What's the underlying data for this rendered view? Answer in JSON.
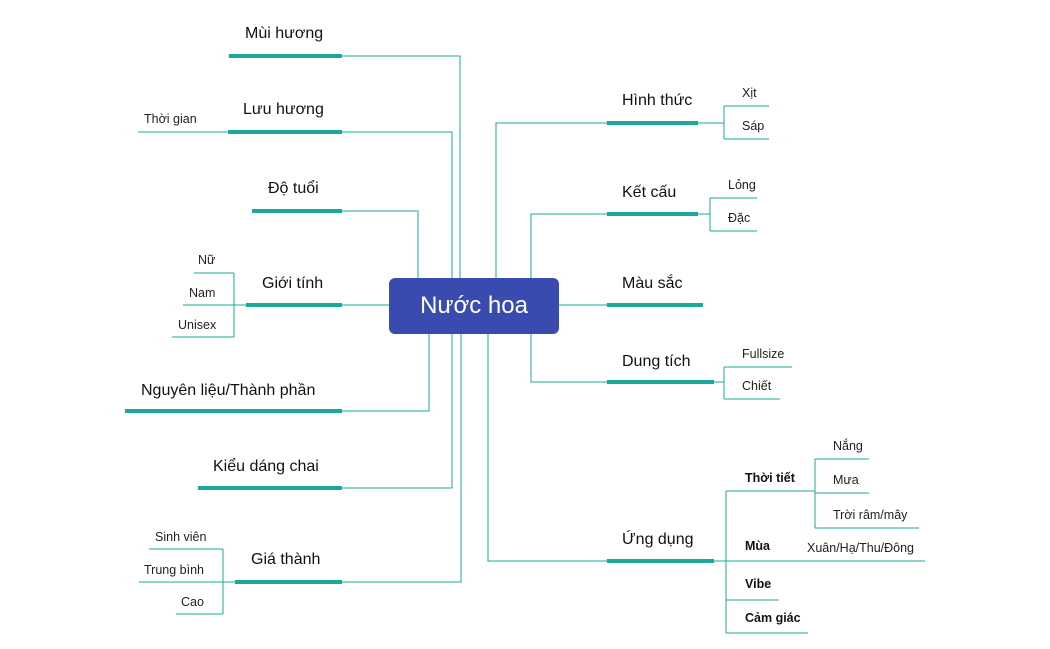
{
  "center": "Nước hoa",
  "colors": {
    "line": "#1aa89a",
    "center_bg": "#3a4bb0"
  },
  "left": {
    "mui_huong": "Mùi hương",
    "luu_huong": "Lưu hương",
    "thoi_gian": "Thời gian",
    "do_tuoi": "Độ tuổi",
    "gioi_tinh": "Giới tính",
    "gioi_tinh_items": [
      "Nữ",
      "Nam",
      "Unisex"
    ],
    "nguyen_lieu": "Nguyên liệu/Thành phần",
    "kieu_dang": "Kiểu dáng chai",
    "gia_thanh": "Giá thành",
    "gia_thanh_items": [
      "Sinh viên",
      "Trung bình",
      "Cao"
    ]
  },
  "right": {
    "hinh_thuc": "Hình thức",
    "hinh_thuc_items": [
      "Xịt",
      "Sáp"
    ],
    "ket_cau": "Kết cấu",
    "ket_cau_items": [
      "Lỏng",
      "Đặc"
    ],
    "mau_sac": "Màu sắc",
    "dung_tich": "Dung tích",
    "dung_tich_items": [
      "Fullsize",
      "Chiết"
    ],
    "ung_dung": "Ứng dụng",
    "thoi_tiet": "Thời tiết",
    "thoi_tiet_items": [
      "Nắng",
      "Mưa",
      "Trời râm/mây"
    ],
    "mua": "Mùa",
    "mua_item": "Xuân/Hạ/Thu/Đông",
    "vibe": "Vibe",
    "cam_giac": "Cảm giác"
  }
}
